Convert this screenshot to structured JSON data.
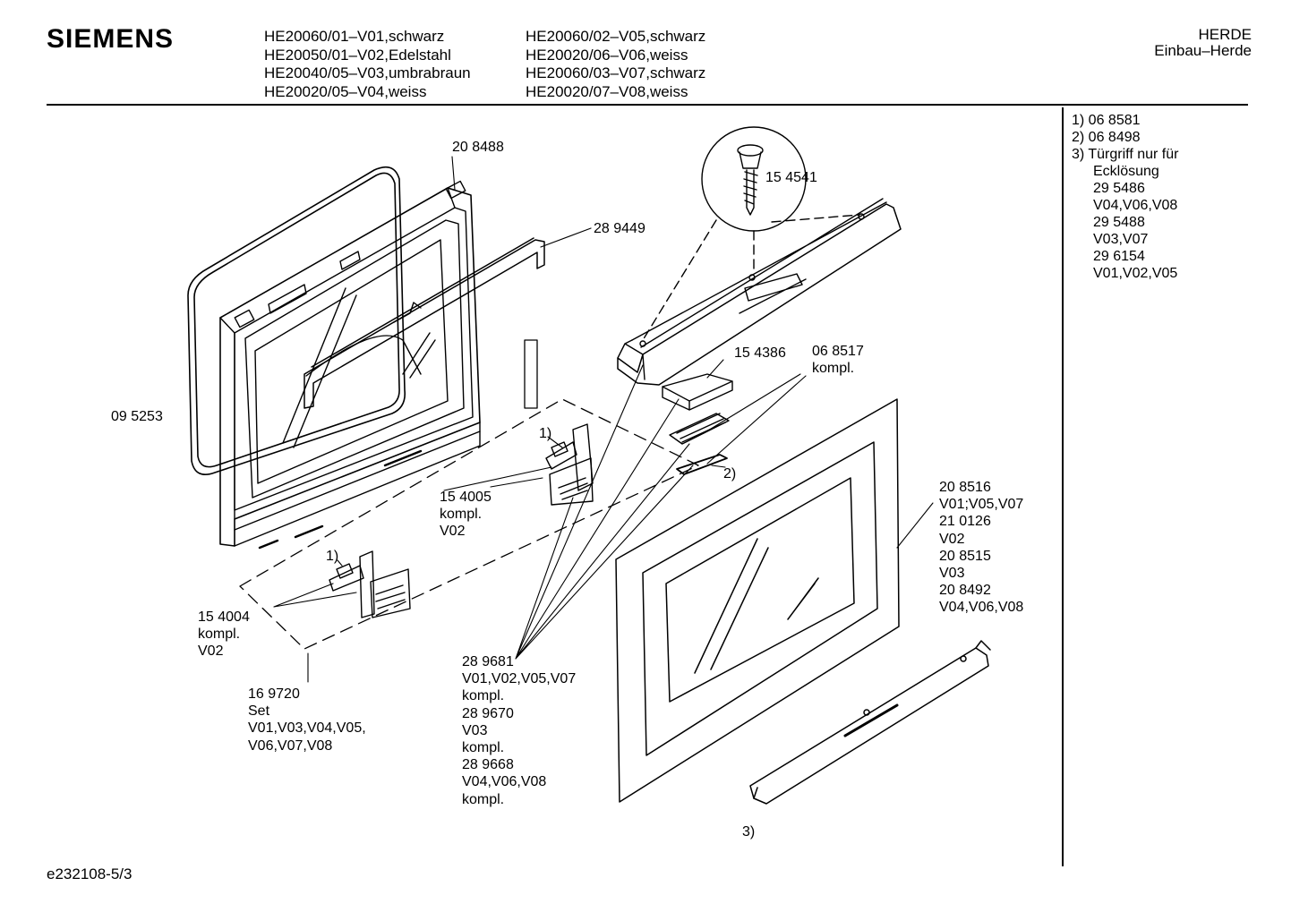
{
  "brand": "SIEMENS",
  "models_col1": [
    "HE20060/01–V01,schwarz",
    "HE20050/01–V02,Edelstahl",
    "HE20040/05–V03,umbrabraun",
    "HE20020/05–V04,weiss"
  ],
  "models_col2": [
    "HE20060/02–V05,schwarz",
    "HE20020/06–V06,weiss",
    "HE20060/03–V07,schwarz",
    "HE20020/07–V08,weiss"
  ],
  "category": {
    "line1": "HERDE",
    "line2": "Einbau–Herde"
  },
  "notes": [
    {
      "text": "1)  06 8581",
      "indent": false
    },
    {
      "text": "2)  06 8498",
      "indent": false
    },
    {
      "text": "3)  Türgriff nur für",
      "indent": false
    },
    {
      "text": "Ecklösung",
      "indent": true
    },
    {
      "text": "29 5486",
      "indent": true
    },
    {
      "text": "V04,V06,V08",
      "indent": true
    },
    {
      "text": "29 5488",
      "indent": true
    },
    {
      "text": "V03,V07",
      "indent": true
    },
    {
      "text": "29 6154",
      "indent": true
    },
    {
      "text": "V01,V02,V05",
      "indent": true
    }
  ],
  "parts": {
    "p208488": "20 8488",
    "p289449": "28 9449",
    "p154541": "15 4541",
    "p095253": "09 5253",
    "p154386": "15 4386",
    "p068517": [
      "06 8517",
      "kompl."
    ],
    "note1_upper": "1)",
    "note2": "2)",
    "p154005": [
      "15 4005",
      "kompl.",
      "V02"
    ],
    "note1_lower": "1)",
    "p154004": [
      "15 4004",
      "kompl.",
      "V02"
    ],
    "p169720": [
      "16 9720",
      "Set",
      "V01,V03,V04,V05,",
      "V06,V07,V08"
    ],
    "p289681": [
      "28 9681",
      "V01,V02,V05,V07",
      "kompl.",
      "28 9670",
      "V03",
      "kompl.",
      "28 9668",
      "V04,V06,V08",
      "kompl."
    ],
    "p208516": [
      "20 8516",
      "V01;V05,V07",
      "21 0126",
      "V02",
      "20 8515",
      "V03",
      "20 8492",
      "V04,V06,V08"
    ],
    "note3": "3)"
  },
  "footer": "e232108-5/3"
}
